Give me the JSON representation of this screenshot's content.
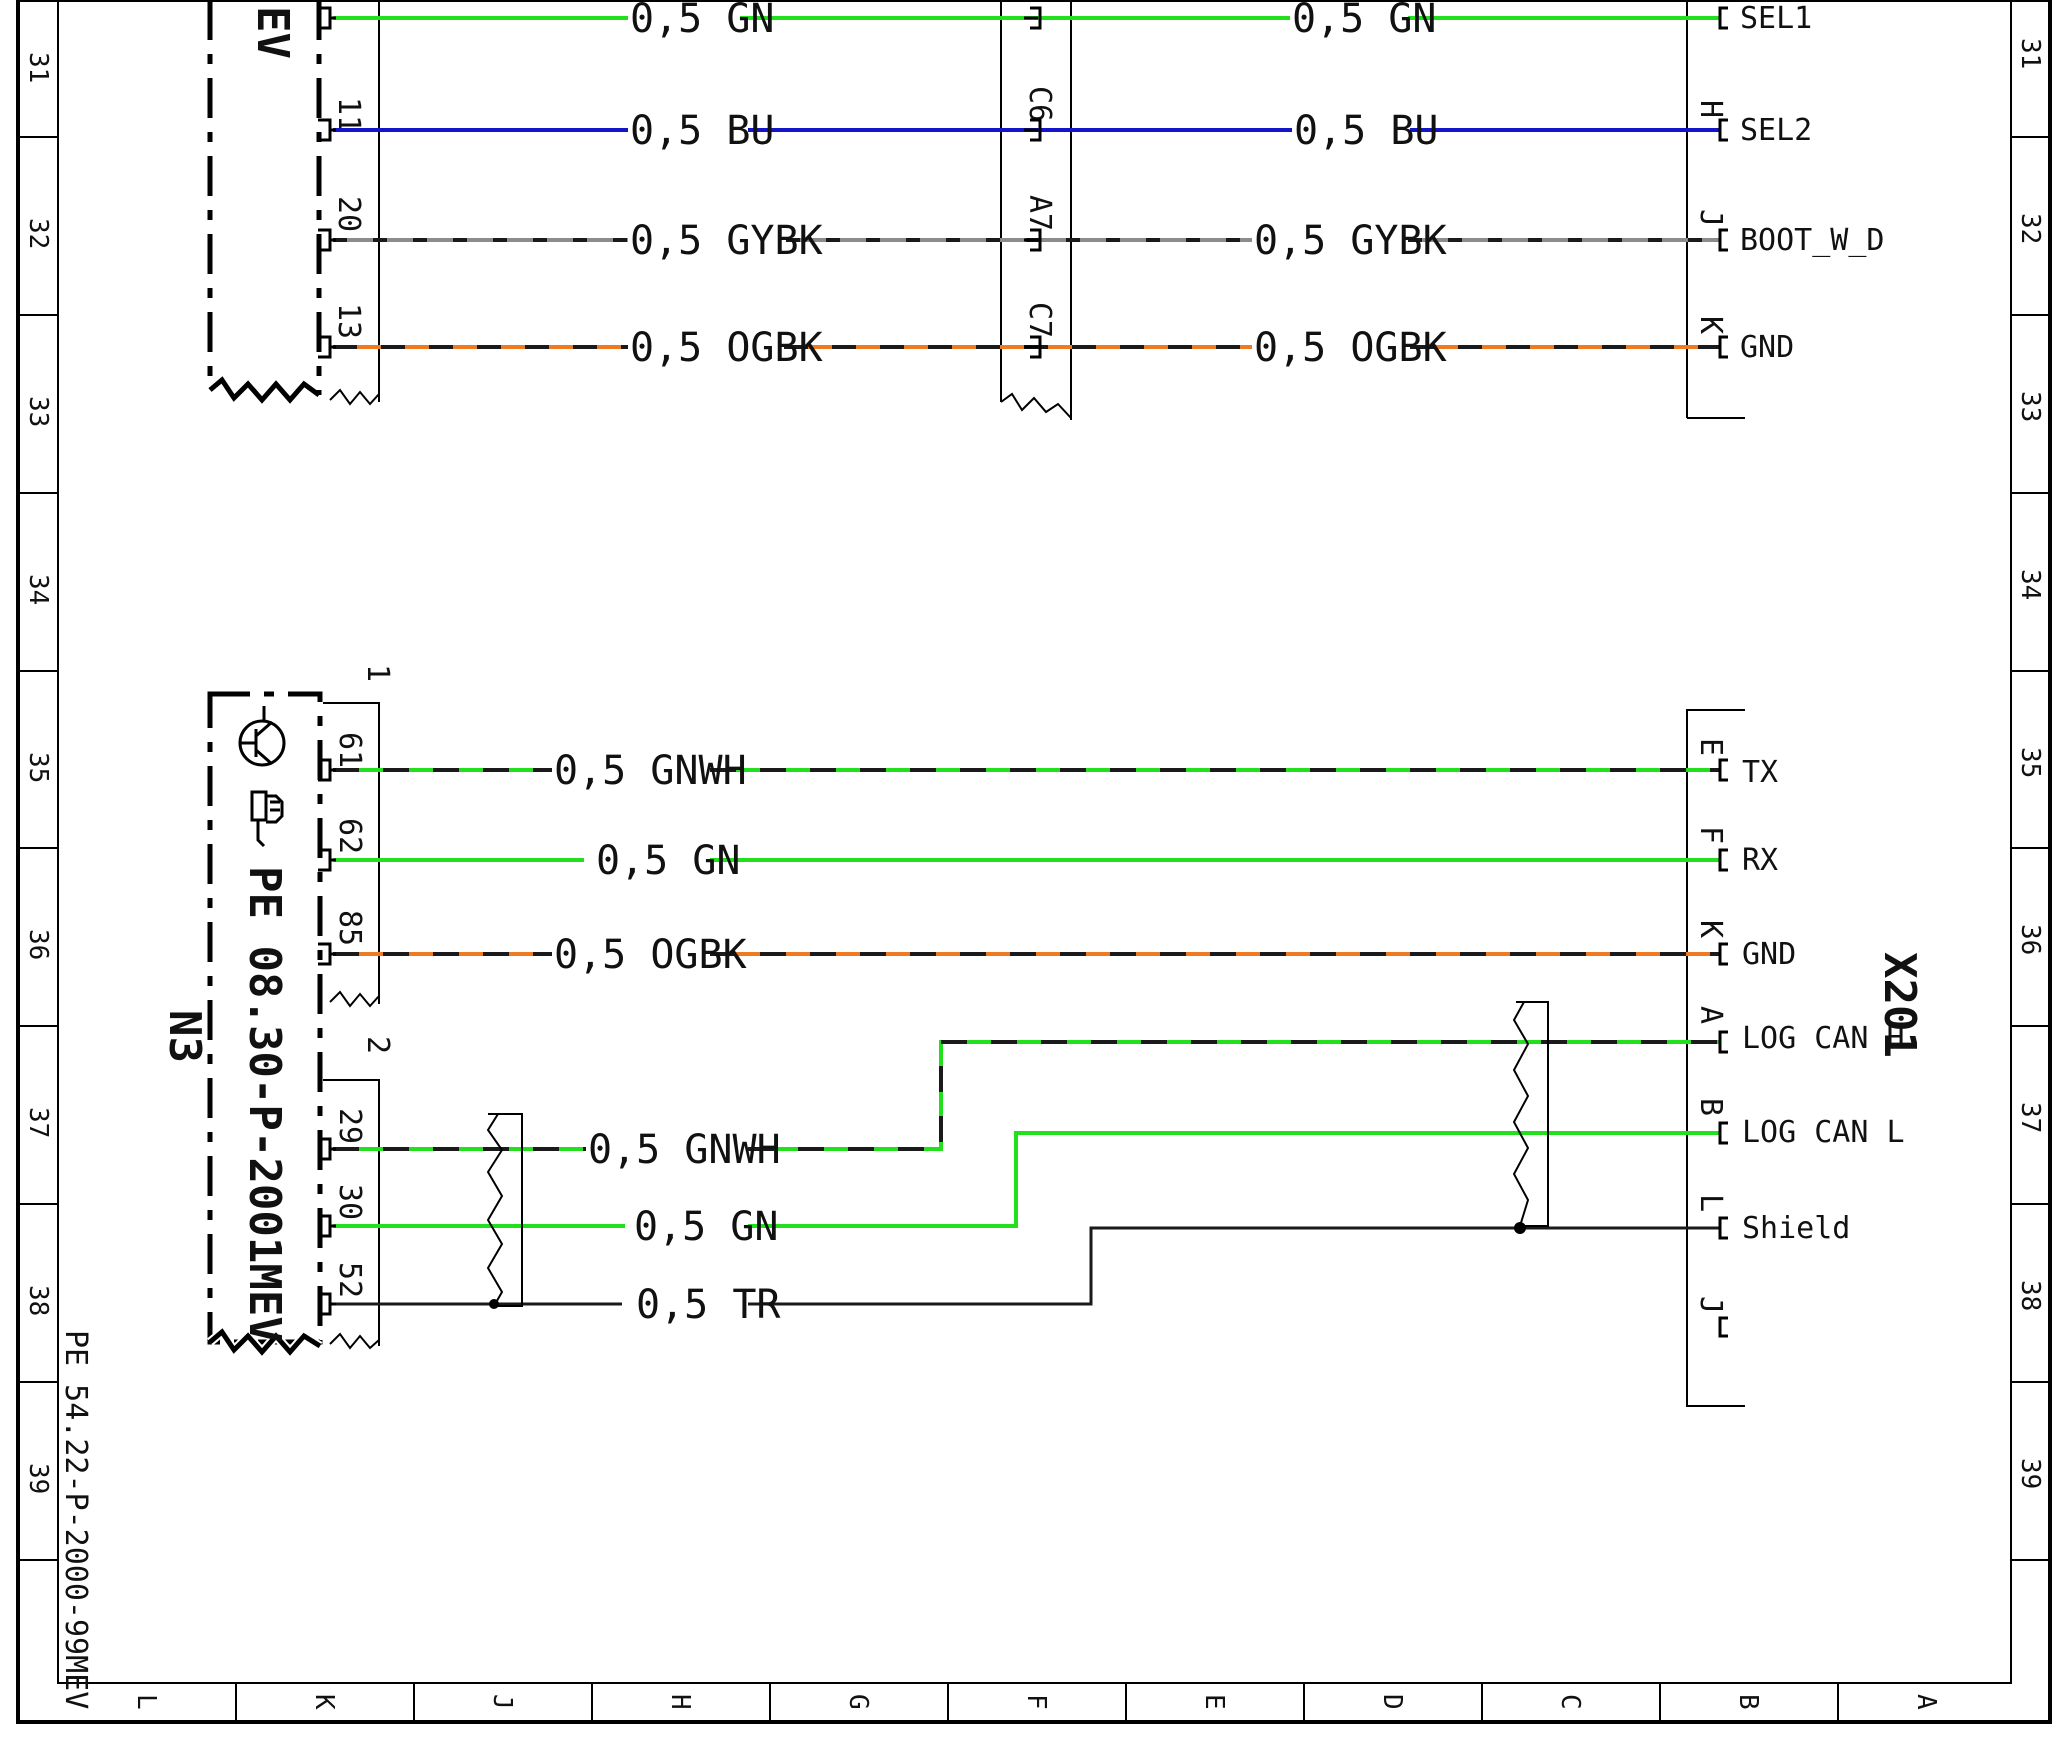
{
  "colors": {
    "GN": "#22e01e",
    "BU": "#1414c8",
    "GY": "#8c8c8c",
    "OG": "#ee7a22",
    "BK": "#1a1a1a",
    "WH": "#ffffff"
  },
  "border": {
    "row_labels": [
      "31",
      "32",
      "33",
      "34",
      "35",
      "36",
      "37",
      "38",
      "39"
    ],
    "col_labels": [
      "L",
      "K",
      "J",
      "H",
      "G",
      "F",
      "E",
      "D",
      "C",
      "B",
      "A"
    ]
  },
  "top_section": {
    "left_label": "EV",
    "left_pins": [
      "11",
      "20",
      "13"
    ],
    "mid_pins": [
      "C6",
      "A7",
      "C7"
    ],
    "right_pins": [
      "H",
      "J",
      "K"
    ],
    "wires": [
      {
        "left_label": "0,5  GN",
        "right_label": "0,5  GN",
        "signal": "SEL1",
        "color": "GN"
      },
      {
        "left_label": "0,5  BU",
        "right_label": "0,5  BU",
        "signal": "SEL2",
        "color": "BU"
      },
      {
        "left_label": "0,5  GYBK",
        "right_label": "0,5  GYBK",
        "signal": "BOOT_W_D",
        "color": "GY",
        "stripe": "BK"
      },
      {
        "left_label": "0,5  OGBK",
        "right_label": "0,5  OGBK",
        "signal": "GND",
        "color": "OG",
        "stripe": "BK"
      }
    ]
  },
  "n3": {
    "name": "N3",
    "ref": "PE 08.30-P-2001MEV",
    "plug1_label": "1",
    "plug2_label": "2",
    "plug1_pins": [
      "61",
      "62",
      "85"
    ],
    "plug2_pins": [
      "29",
      "30",
      "52"
    ]
  },
  "x201": {
    "name": "X201",
    "pins": [
      "E",
      "F",
      "K",
      "A",
      "B",
      "L",
      "J"
    ],
    "signals": [
      "TX",
      "RX",
      "GND",
      "LOG CAN H",
      "LOG CAN L",
      "Shield"
    ]
  },
  "wires_bottom": [
    {
      "label": "0,5  GNWH",
      "color": "GN",
      "stripe": "BK"
    },
    {
      "label": "0,5  GN",
      "color": "GN"
    },
    {
      "label": "0,5  OGBK",
      "color": "OG",
      "stripe": "BK"
    },
    {
      "label": "0,5  GNWH",
      "color": "GN",
      "stripe": "BK"
    },
    {
      "label": "0,5  GN",
      "color": "GN"
    },
    {
      "label": "0,5  TR",
      "color": "BK"
    }
  ],
  "side_ref": "PE 54.22-P-2000-99MEV"
}
